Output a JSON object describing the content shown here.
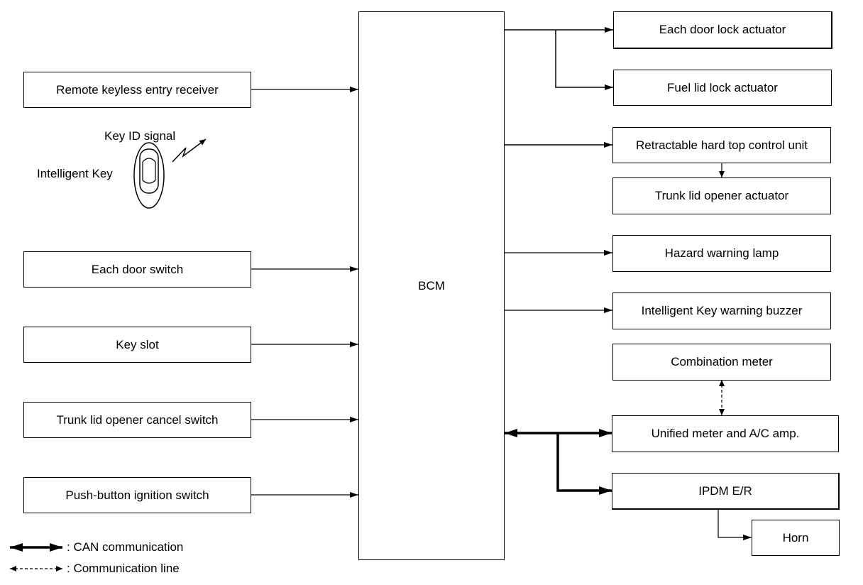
{
  "bcm": {
    "label": "BCM"
  },
  "inputs": {
    "remote_keyless": "Remote keyless entry receiver",
    "each_door_switch": "Each door switch",
    "key_slot": "Key slot",
    "trunk_cancel": "Trunk lid opener cancel switch",
    "push_button": "Push-button ignition switch"
  },
  "intelligent_key": {
    "label": "Intelligent Key",
    "signal_label": "Key ID signal"
  },
  "outputs": {
    "door_lock": "Each door lock actuator",
    "fuel_lid": "Fuel lid lock actuator",
    "retractable_top": "Retractable hard top control unit",
    "trunk_actuator": "Trunk lid opener actuator",
    "hazard": "Hazard warning lamp",
    "warning_buzzer": "Intelligent Key warning buzzer",
    "combination_meter": "Combination meter",
    "unified_meter": "Unified meter and A/C amp.",
    "ipdm": "IPDM E/R",
    "horn": "Horn"
  },
  "legend": {
    "can": ": CAN communication",
    "comm": ": Communication line"
  }
}
